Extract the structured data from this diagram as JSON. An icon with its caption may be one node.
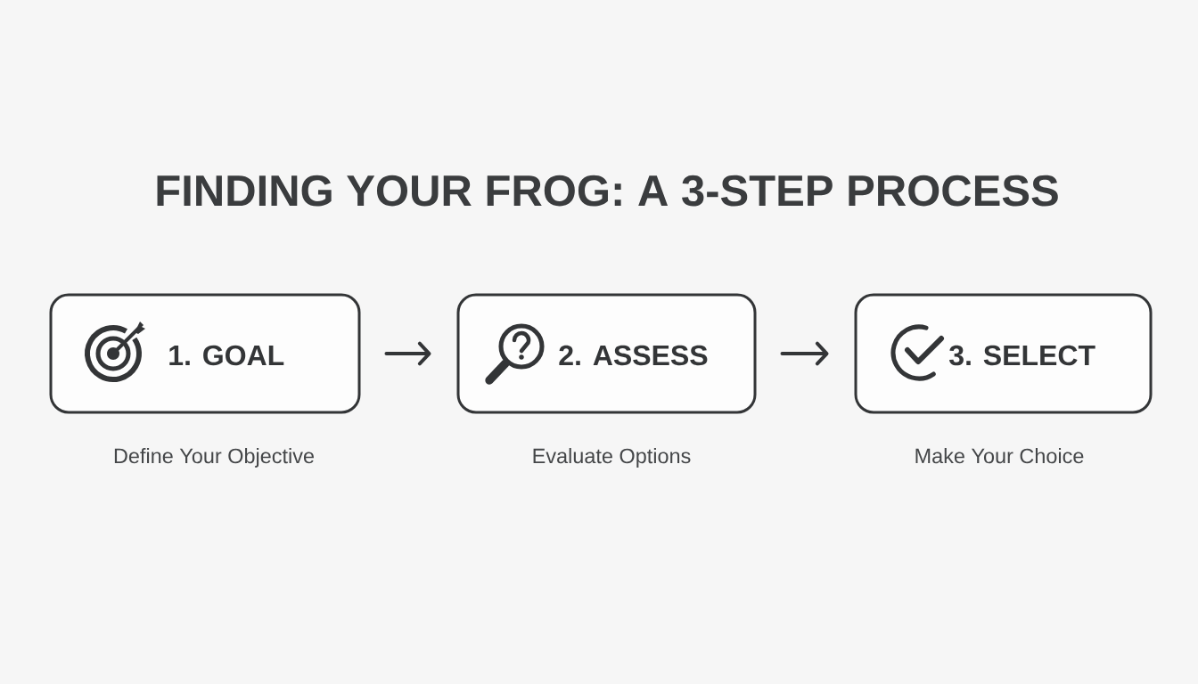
{
  "diagram": {
    "title": "FINDING YOUR FROG: A 3-STEP PROCESS",
    "nodes": [
      {
        "text": [
          "1. GOAL"
        ],
        "beside": [
          "Define Your Objective"
        ]
      },
      {
        "text": [
          "2. ASSESS"
        ],
        "beside": [
          "Evaluate Options"
        ]
      },
      {
        "text": [
          "3. SELECT"
        ],
        "beside": [
          "Make Your Choice"
        ]
      }
    ],
    "edges": [
      {
        "from": 0,
        "to": 1,
        "arrow": "to"
      },
      {
        "from": 1,
        "to": 2,
        "arrow": "to"
      }
    ]
  }
}
